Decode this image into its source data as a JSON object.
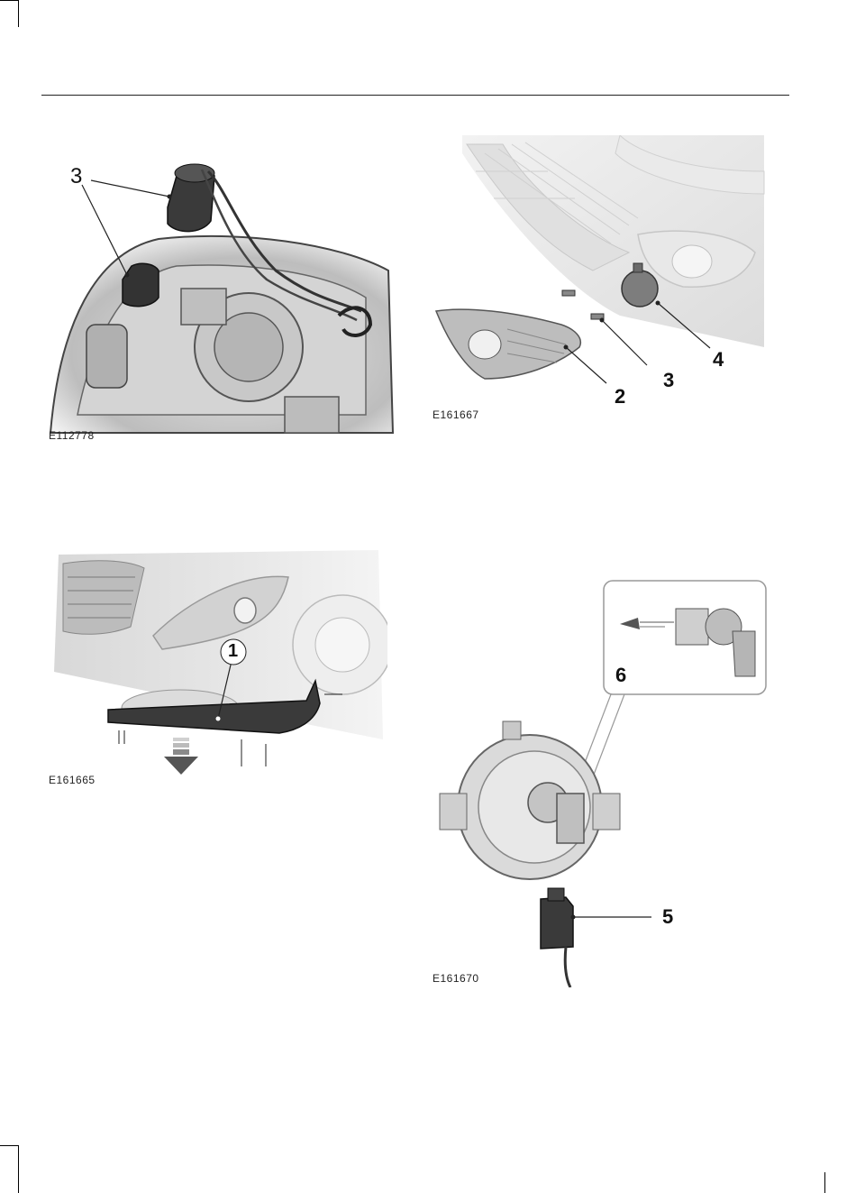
{
  "figures": [
    {
      "id": "E112778",
      "callouts": [
        "3"
      ]
    },
    {
      "id": "E161667",
      "callouts": [
        "4",
        "3",
        "2"
      ]
    },
    {
      "id": "E161665",
      "callouts": [
        "1"
      ]
    },
    {
      "id": "E161670",
      "callouts": [
        "6",
        "5"
      ]
    }
  ]
}
